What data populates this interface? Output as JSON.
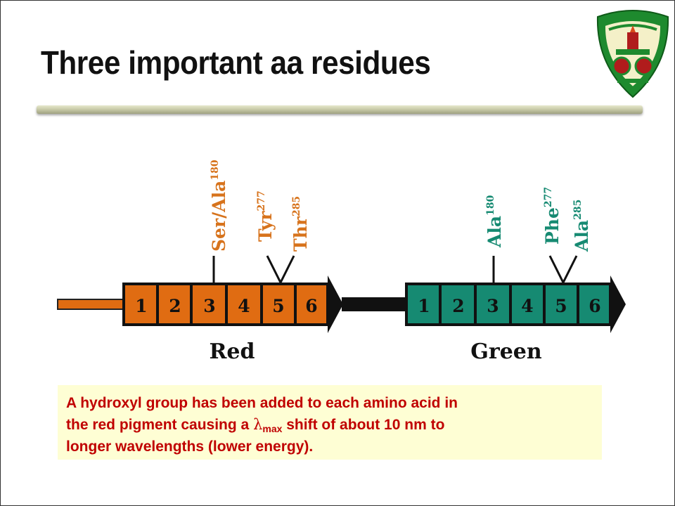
{
  "slide": {
    "title": "Three important aa residues"
  },
  "logo": {
    "name": "university-seal-icon",
    "colors": {
      "outer": "#1e8a2e",
      "inner": "#f4f0c8",
      "accent": "#b01c1c"
    }
  },
  "diagram": {
    "red": {
      "label": "Red",
      "color": "#e06c12",
      "segments": [
        "1",
        "2",
        "3",
        "4",
        "5",
        "6"
      ],
      "residues": [
        {
          "name": "Ser/Ala",
          "sup": "180"
        },
        {
          "name": "Tyr",
          "sup": "277"
        },
        {
          "name": "Thr",
          "sup": "285"
        }
      ]
    },
    "green": {
      "label": "Green",
      "color": "#168a72",
      "segments": [
        "1",
        "2",
        "3",
        "4",
        "5",
        "6"
      ],
      "residues": [
        {
          "name": "Ala",
          "sup": "180"
        },
        {
          "name": "Phe",
          "sup": "277"
        },
        {
          "name": "Ala",
          "sup": "285"
        }
      ]
    }
  },
  "note": {
    "line1": "A hydroxyl group has been added to each amino acid in",
    "line2_pre": "the red pigment causing a ",
    "lambda": "λ",
    "lambda_sub": "max",
    "line2_post": " shift of about 10 nm to",
    "line3": "longer wavelengths (lower energy)."
  }
}
